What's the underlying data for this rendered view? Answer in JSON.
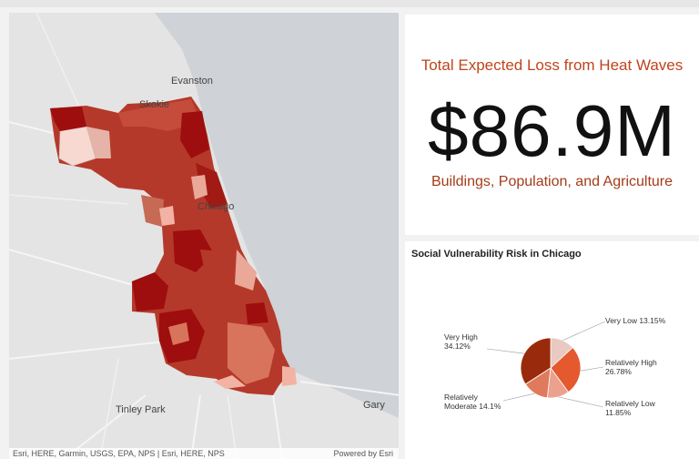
{
  "map": {
    "places": {
      "evanston": "Evanston",
      "skokie": "Skokie",
      "chicago": "Chicago",
      "tinley_park": "Tinley Park",
      "gary": "Gary"
    },
    "attribution": "Esri, HERE, Garmin, USGS, EPA, NPS | Esri, HERE, NPS",
    "powered_by": "Powered by Esri",
    "colors": {
      "very_high": "#9e0e0e",
      "relatively_high": "#b5392a",
      "relatively_moderate": "#d9745c",
      "relatively_low": "#e9a898",
      "very_low": "#f7d9d2",
      "lake": "#cfd2d6",
      "land": "#e4e4e4"
    }
  },
  "indicator": {
    "title": "Total Expected Loss from Heat Waves",
    "value": "$86.9M",
    "subtitle": "Buildings, Population, and Agriculture"
  },
  "pie": {
    "title": "Social Vulnerability Risk in Chicago"
  },
  "chart_data": {
    "type": "pie",
    "title": "Social Vulnerability Risk in Chicago",
    "slices": [
      {
        "label": "Very Low",
        "value": 13.15,
        "display": "Very Low 13.15%",
        "color": "#e9c9c1"
      },
      {
        "label": "Relatively High",
        "value": 26.78,
        "display": "Relatively High 26.78%",
        "color": "#e4592e"
      },
      {
        "label": "Relatively Low",
        "value": 11.85,
        "display": "Relatively Low 11.85%",
        "color": "#eca08e"
      },
      {
        "label": "Relatively Moderate",
        "value": 14.1,
        "display": "Relatively Moderate 14.1%",
        "color": "#e07a5c"
      },
      {
        "label": "Very High",
        "value": 34.12,
        "display": "Very High 34.12%",
        "color": "#9a2a0c"
      }
    ]
  }
}
